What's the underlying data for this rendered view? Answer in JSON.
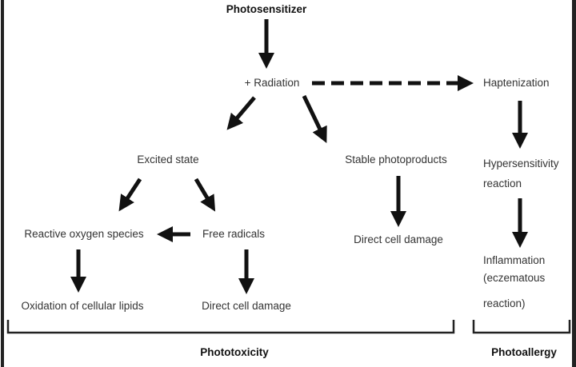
{
  "nodes": {
    "photosensitizer": "Photosensitizer",
    "radiation": "+ Radiation",
    "haptenization": "Haptenization",
    "excited_state": "Excited state",
    "stable_photoproducts": "Stable photoproducts",
    "direct_cell_damage_1": "Direct cell damage",
    "ros": "Reactive oxygen species",
    "free_radicals": "Free radicals",
    "oxidation": "Oxidation of cellular lipids",
    "direct_cell_damage_2": "Direct cell damage",
    "hypersensitivity_1": "Hypersensitivity",
    "hypersensitivity_2": "reaction",
    "inflammation_1": "Inflammation",
    "inflammation_2": "(eczematous",
    "inflammation_3": "reaction)"
  },
  "groups": {
    "phototoxicity": "Phototoxicity",
    "photoallergy": "Photoallergy"
  }
}
